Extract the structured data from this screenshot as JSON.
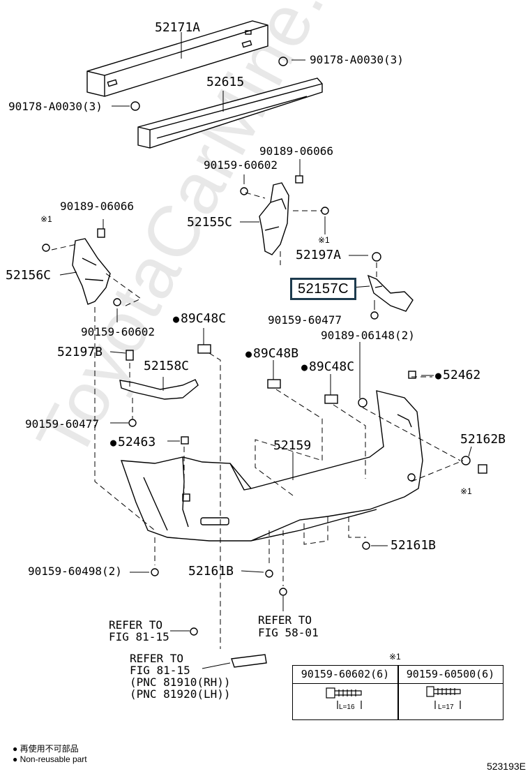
{
  "watermark": "ToyotaCarMine.ru",
  "labels": {
    "p52171A": "52171A",
    "p90178_right": "90178-A0030(3)",
    "p90178_left": "90178-A0030(3)",
    "p52615": "52615",
    "p90189_a": "90189-06066",
    "p90159_a": "90159-60602",
    "p90189_b": "90189-06066",
    "mark_left": "※1",
    "mark_mid": "※1",
    "p52155C": "52155C",
    "p52156C": "52156C",
    "p52197A": "52197A",
    "p52157C": "52157C",
    "p90159_b": "90159-60602",
    "p89C48C_a": "89C48C",
    "p90159_60477_a": "90159-60477",
    "p90189_06148": "90189-06148(2)",
    "p52197B": "52197B",
    "p52158C": "52158C",
    "p89C48B": "89C48B",
    "p89C48C_b": "89C48C",
    "p52462": "52462",
    "p90159_60477_b": "90159-60477",
    "p52463": "52463",
    "p52159": "52159",
    "p52162B": "52162B",
    "mark_right": "※1",
    "p52161B_a": "52161B",
    "p90159_60498": "90159-60498(2)",
    "p52161B_b": "52161B",
    "refer1_line1": "REFER TO",
    "refer1_line2": "FIG 81-15",
    "refer2_line1": "REFER TO",
    "refer2_line2": "FIG 58-01",
    "refer3_line1": "REFER TO",
    "refer3_line2": "FIG 81-15",
    "refer3_line3": "(PNC 81910(RH))",
    "refer3_line4": "(PNC 81920(LH))"
  },
  "table": {
    "mark": "※1",
    "col1_header": "90159-60602(6)",
    "col2_header": "90159-60500(6)",
    "col1_len": "L=16",
    "col2_len": "L=17"
  },
  "legend": {
    "line1": "● 再使用不可部品",
    "line2": "● Non-reusable part"
  },
  "figure_code": "523193E"
}
